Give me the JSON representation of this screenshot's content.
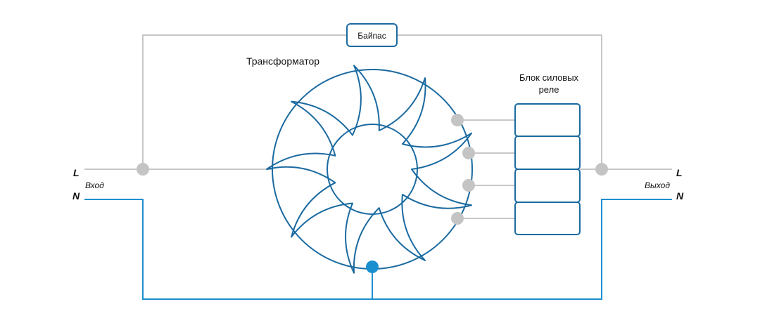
{
  "diagram": {
    "transformer_label": "Трансформатор",
    "relay_block_label_line1": "Блок силовых",
    "relay_block_label_line2": "реле",
    "bypass_label": "Байпас",
    "input_label": "Вход",
    "output_label": "Выход",
    "line_in": "L",
    "neutral_in": "N",
    "line_out": "L",
    "neutral_out": "N",
    "relay_count": 4,
    "winding_loops": 9,
    "colors": {
      "winding": "#1a6aa0",
      "phase_wire": "#c8c8c8",
      "neutral_wire": "#1f8fd0",
      "phase_node": "#c4c4c4",
      "neutral_node": "#1a8fd0",
      "relay_border": "#1a6aa0"
    }
  }
}
